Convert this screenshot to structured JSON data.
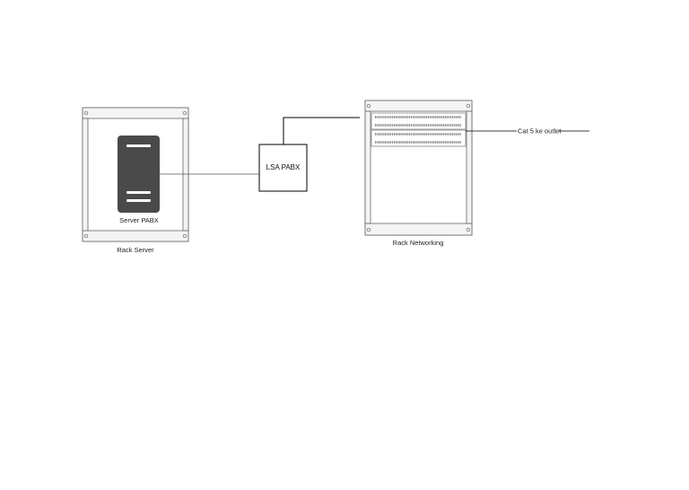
{
  "diagram": {
    "rack_server": {
      "label": "Rack Server"
    },
    "server": {
      "label": "Server PABX"
    },
    "lsa": {
      "label": "LSA  PABX"
    },
    "rack_networking": {
      "label": "Rack Networking"
    },
    "outlet": {
      "label": "Cat 5 ke outlet"
    }
  },
  "colors": {
    "line": "#000000",
    "rack_fill": "#ffffff",
    "rack_rail": "#f4f4f4",
    "rack_stroke": "#666666",
    "server_body": "#4a4a4a"
  }
}
